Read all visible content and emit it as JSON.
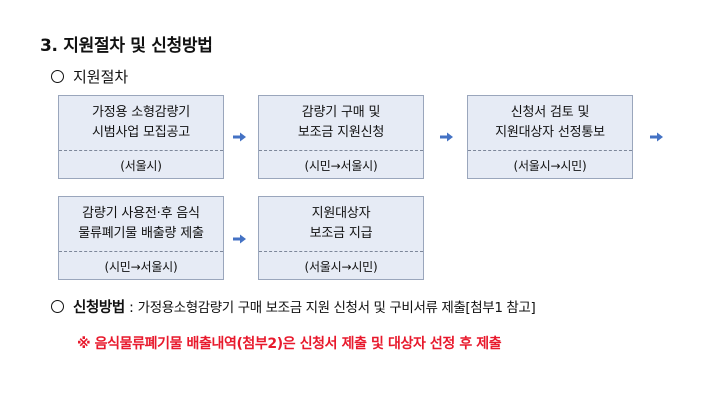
{
  "section_title": "3. 지원절차 및 신청방법",
  "procedure_heading": "지원절차",
  "steps": [
    {
      "line1": "가정용 소형감량기",
      "line2": "시범사업 모집공고",
      "who": "(서울시)"
    },
    {
      "line1": "감량기 구매 및",
      "line2": "보조금 지원신청",
      "who": "(시민→서울시)"
    },
    {
      "line1": "신청서 검토 및",
      "line2": "지원대상자 선정통보",
      "who": "(서울시→시민)"
    },
    {
      "line1": "감량기 사용전·후 음식",
      "line2": "물류폐기물 배출량 제출",
      "who": "(시민→서울시)"
    },
    {
      "line1": "지원대상자",
      "line2": "보조금 지급",
      "who": "(서울시→시민)"
    }
  ],
  "method": {
    "label": "신청방법",
    "separator": " : ",
    "detail": "가정용소형감량기 구매 보조금 지원 신청서 및 구비서류 제출[첨부1 참고]"
  },
  "notice": "※ 음식물류폐기물 배출내역(첨부2)은 신청서 제출 및 대상자 선정 후 제출",
  "colors": {
    "box_fill": "#e6ebf5",
    "box_border": "#9aa6bc",
    "arrow": "#4472c4",
    "notice": "#e8192c"
  }
}
